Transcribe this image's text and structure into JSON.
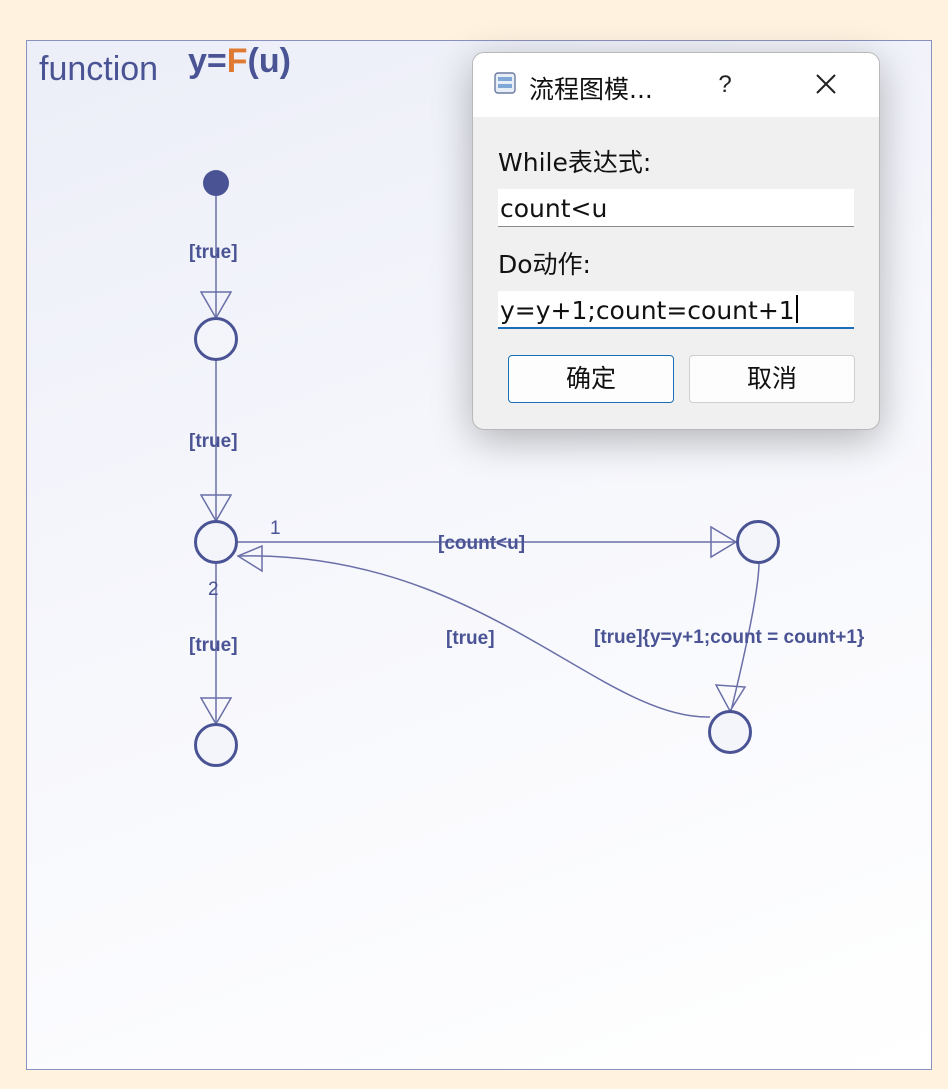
{
  "header": {
    "keyword": "function",
    "sig_prefix": "y=",
    "sig_name": "F",
    "sig_suffix": "(u)"
  },
  "flowchart": {
    "edge_labels": {
      "start_to_n1": "[true]",
      "n1_to_n2": "[true]",
      "n2_to_n3": "[true]",
      "n2_to_right": "[count<u]",
      "right_to_bottom": "[true]{y=y+1;count = count+1}",
      "bottom_to_n2": "[true]"
    },
    "port_labels": {
      "port_1": "1",
      "port_2": "2"
    }
  },
  "dialog": {
    "title": "流程图模...",
    "help_label": "?",
    "while_label": "While表达式:",
    "while_value": "count<u",
    "do_label": "Do动作:",
    "do_value": "y=y+1;count=count+1",
    "ok_label": "确定",
    "cancel_label": "取消"
  },
  "colors": {
    "node_stroke": "#4a5494",
    "edge_stroke": "#6a6fa8",
    "accent_orange": "#e07a30",
    "focus_blue": "#1a6fb8"
  }
}
